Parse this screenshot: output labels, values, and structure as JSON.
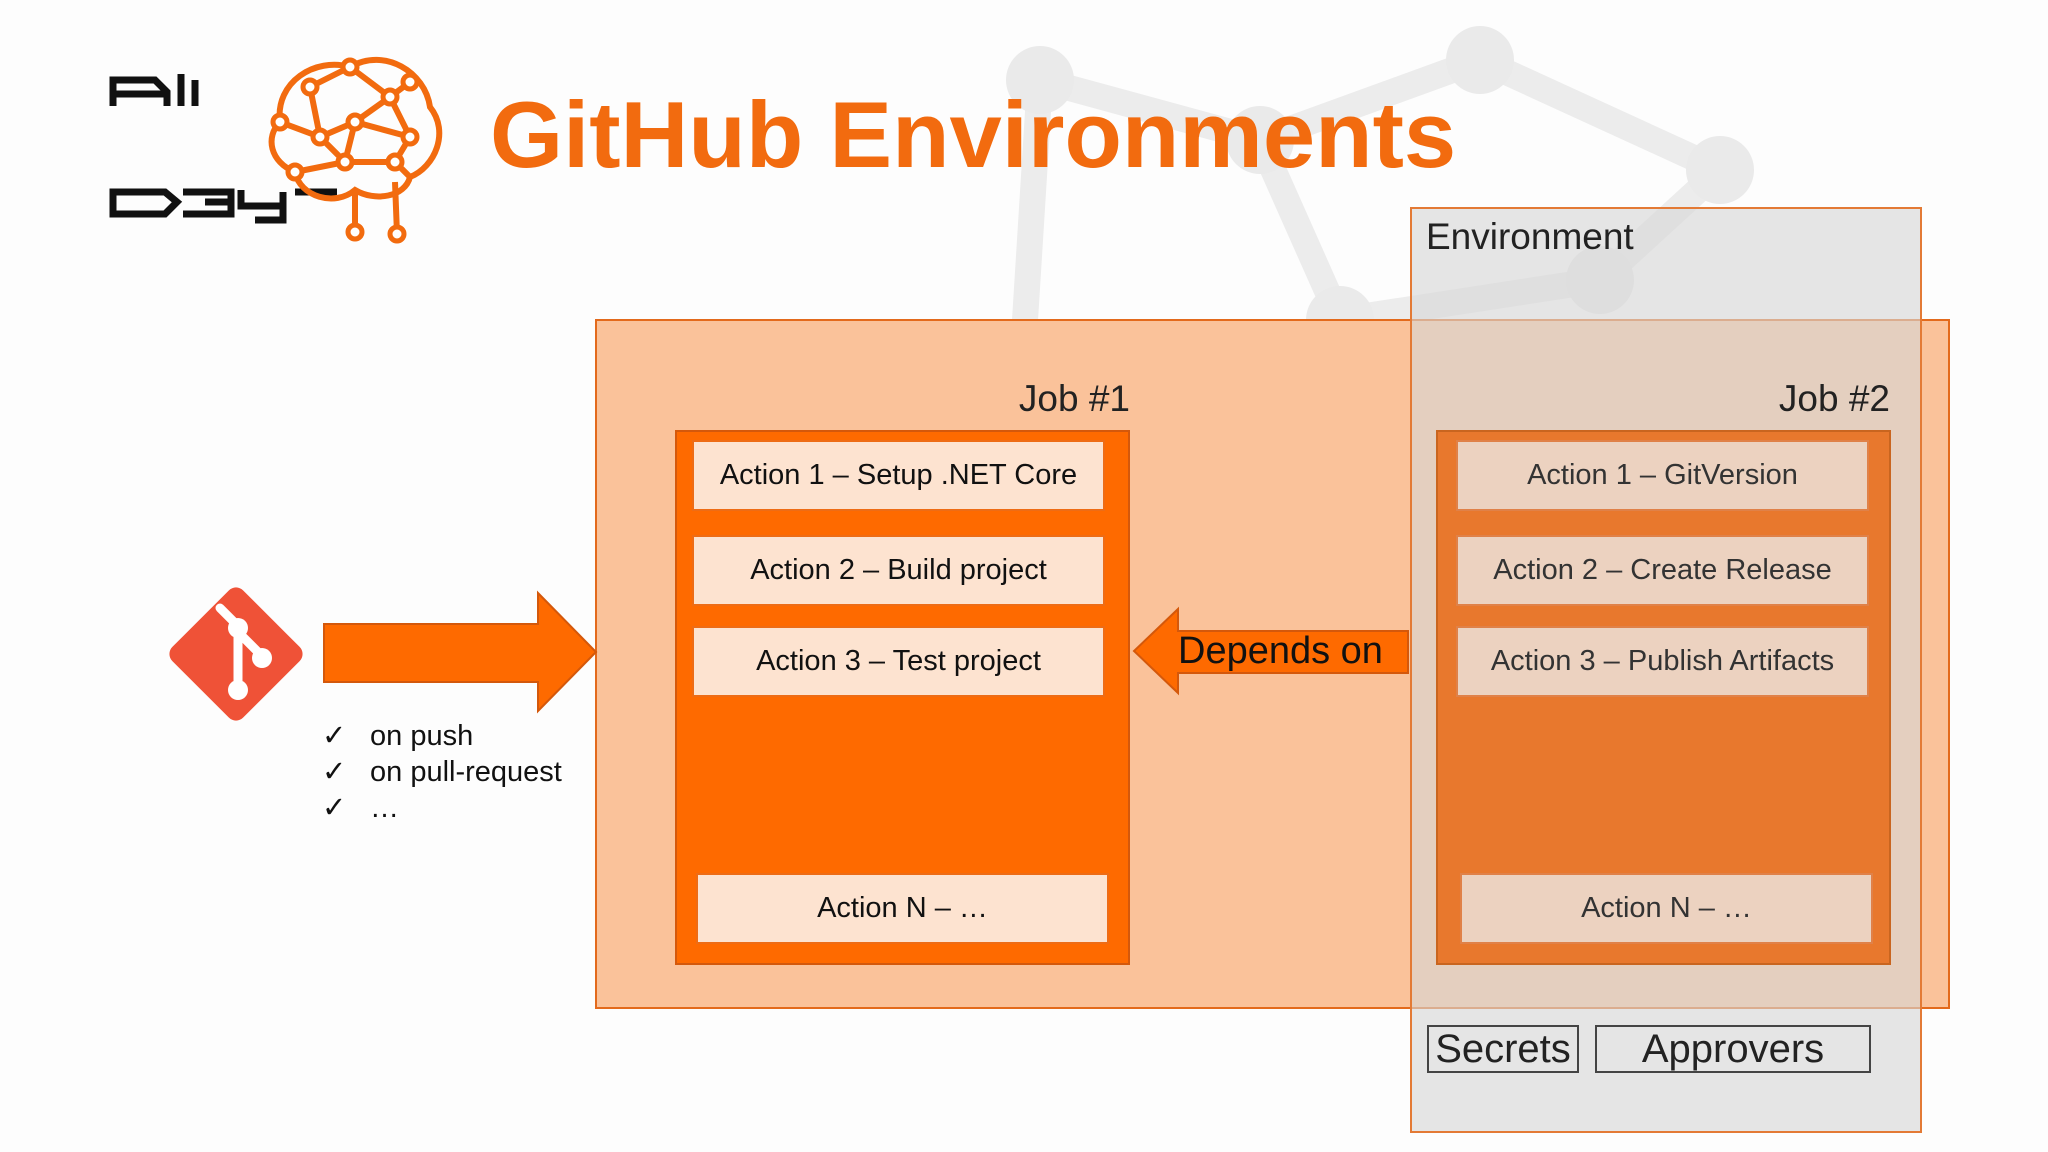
{
  "slide": {
    "title": "GitHub Environments",
    "colors": {
      "accent": "#f26b0f",
      "workflow_fill": "#fac29a",
      "job_fill": "#fe6a00",
      "action_fill": "#fde3d0",
      "git_icon": "#ef5237"
    }
  },
  "logo": {
    "text": "AI Day",
    "icon": "brain-network-icon"
  },
  "git": {
    "icon": "git-icon"
  },
  "triggers": {
    "check_symbol": "✓",
    "items": [
      "on push",
      "on pull-request",
      "…"
    ]
  },
  "job1": {
    "title": "Job #1",
    "actions": [
      "Action 1 – Setup .NET Core",
      "Action 2 – Build project",
      "Action 3 – Test project"
    ],
    "last_action": "Action N – …"
  },
  "job2": {
    "title": "Job #2",
    "actions": [
      "Action 1 – GitVersion",
      "Action 2 – Create Release",
      "Action 3 – Publish Artifacts"
    ],
    "last_action": "Action N – …"
  },
  "dependency": {
    "label": "Depends on"
  },
  "environment": {
    "title": "Environment",
    "tags": [
      "Secrets",
      "Approvers"
    ]
  }
}
